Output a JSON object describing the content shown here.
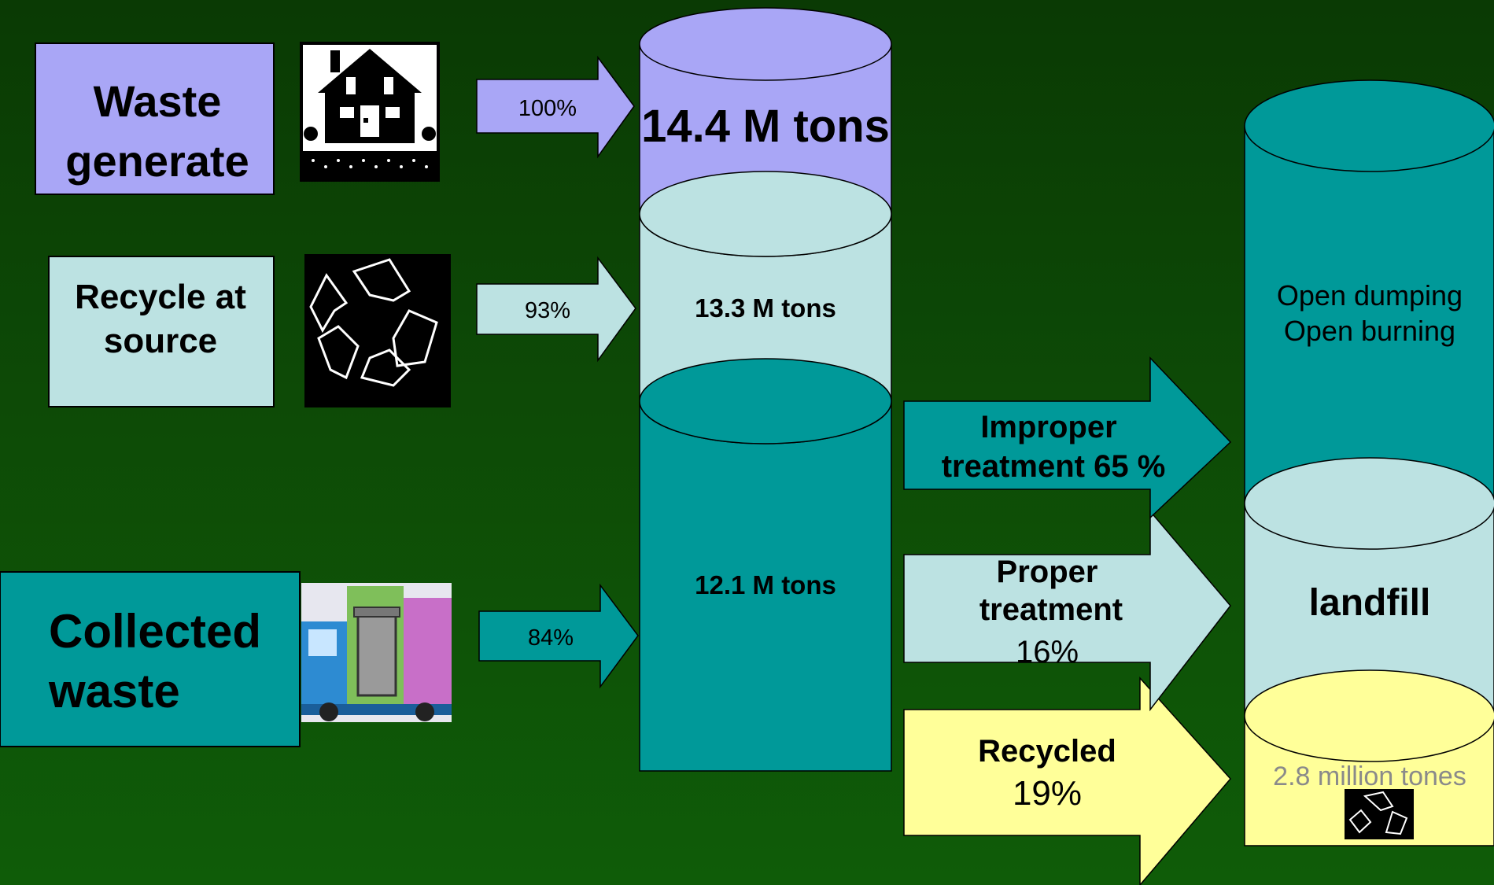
{
  "colors": {
    "lavender": "#a9a6f6",
    "pale_cyan": "#bce2e2",
    "teal": "#009999",
    "pale_yellow": "#ffff99",
    "outline": "#000000",
    "muted_text": "#8a8a8a"
  },
  "sources": {
    "waste_generate": {
      "label_line1": "Waste",
      "label_line2": "generate",
      "icon": "house-icon",
      "arrow_pct": "100%"
    },
    "recycle_at_source": {
      "label_line1": "Recycle at",
      "label_line2": "source",
      "icon": "recycle-icon",
      "arrow_pct": "93%"
    },
    "collected_waste": {
      "label_line1": "Collected",
      "label_line2": "waste",
      "icon": "garbage-truck-icon",
      "arrow_pct": "84%"
    }
  },
  "main_cylinder": {
    "top_value": "14.4 M tons",
    "mid_value": "13.3 M tons",
    "bottom_value": "12.1 M tons"
  },
  "outputs": {
    "improper": {
      "line1": "Improper",
      "line2": "treatment 65 %"
    },
    "proper": {
      "line1": "Proper",
      "line2": "treatment",
      "line3": "16%"
    },
    "recycled": {
      "line1": "Recycled",
      "line2": "19%"
    }
  },
  "right_cylinder": {
    "top_line1": "Open dumping",
    "top_line2": "Open burning",
    "mid_label": "landfill",
    "bottom_label": "2.8 million tones",
    "bottom_icon": "recycle-icon"
  }
}
